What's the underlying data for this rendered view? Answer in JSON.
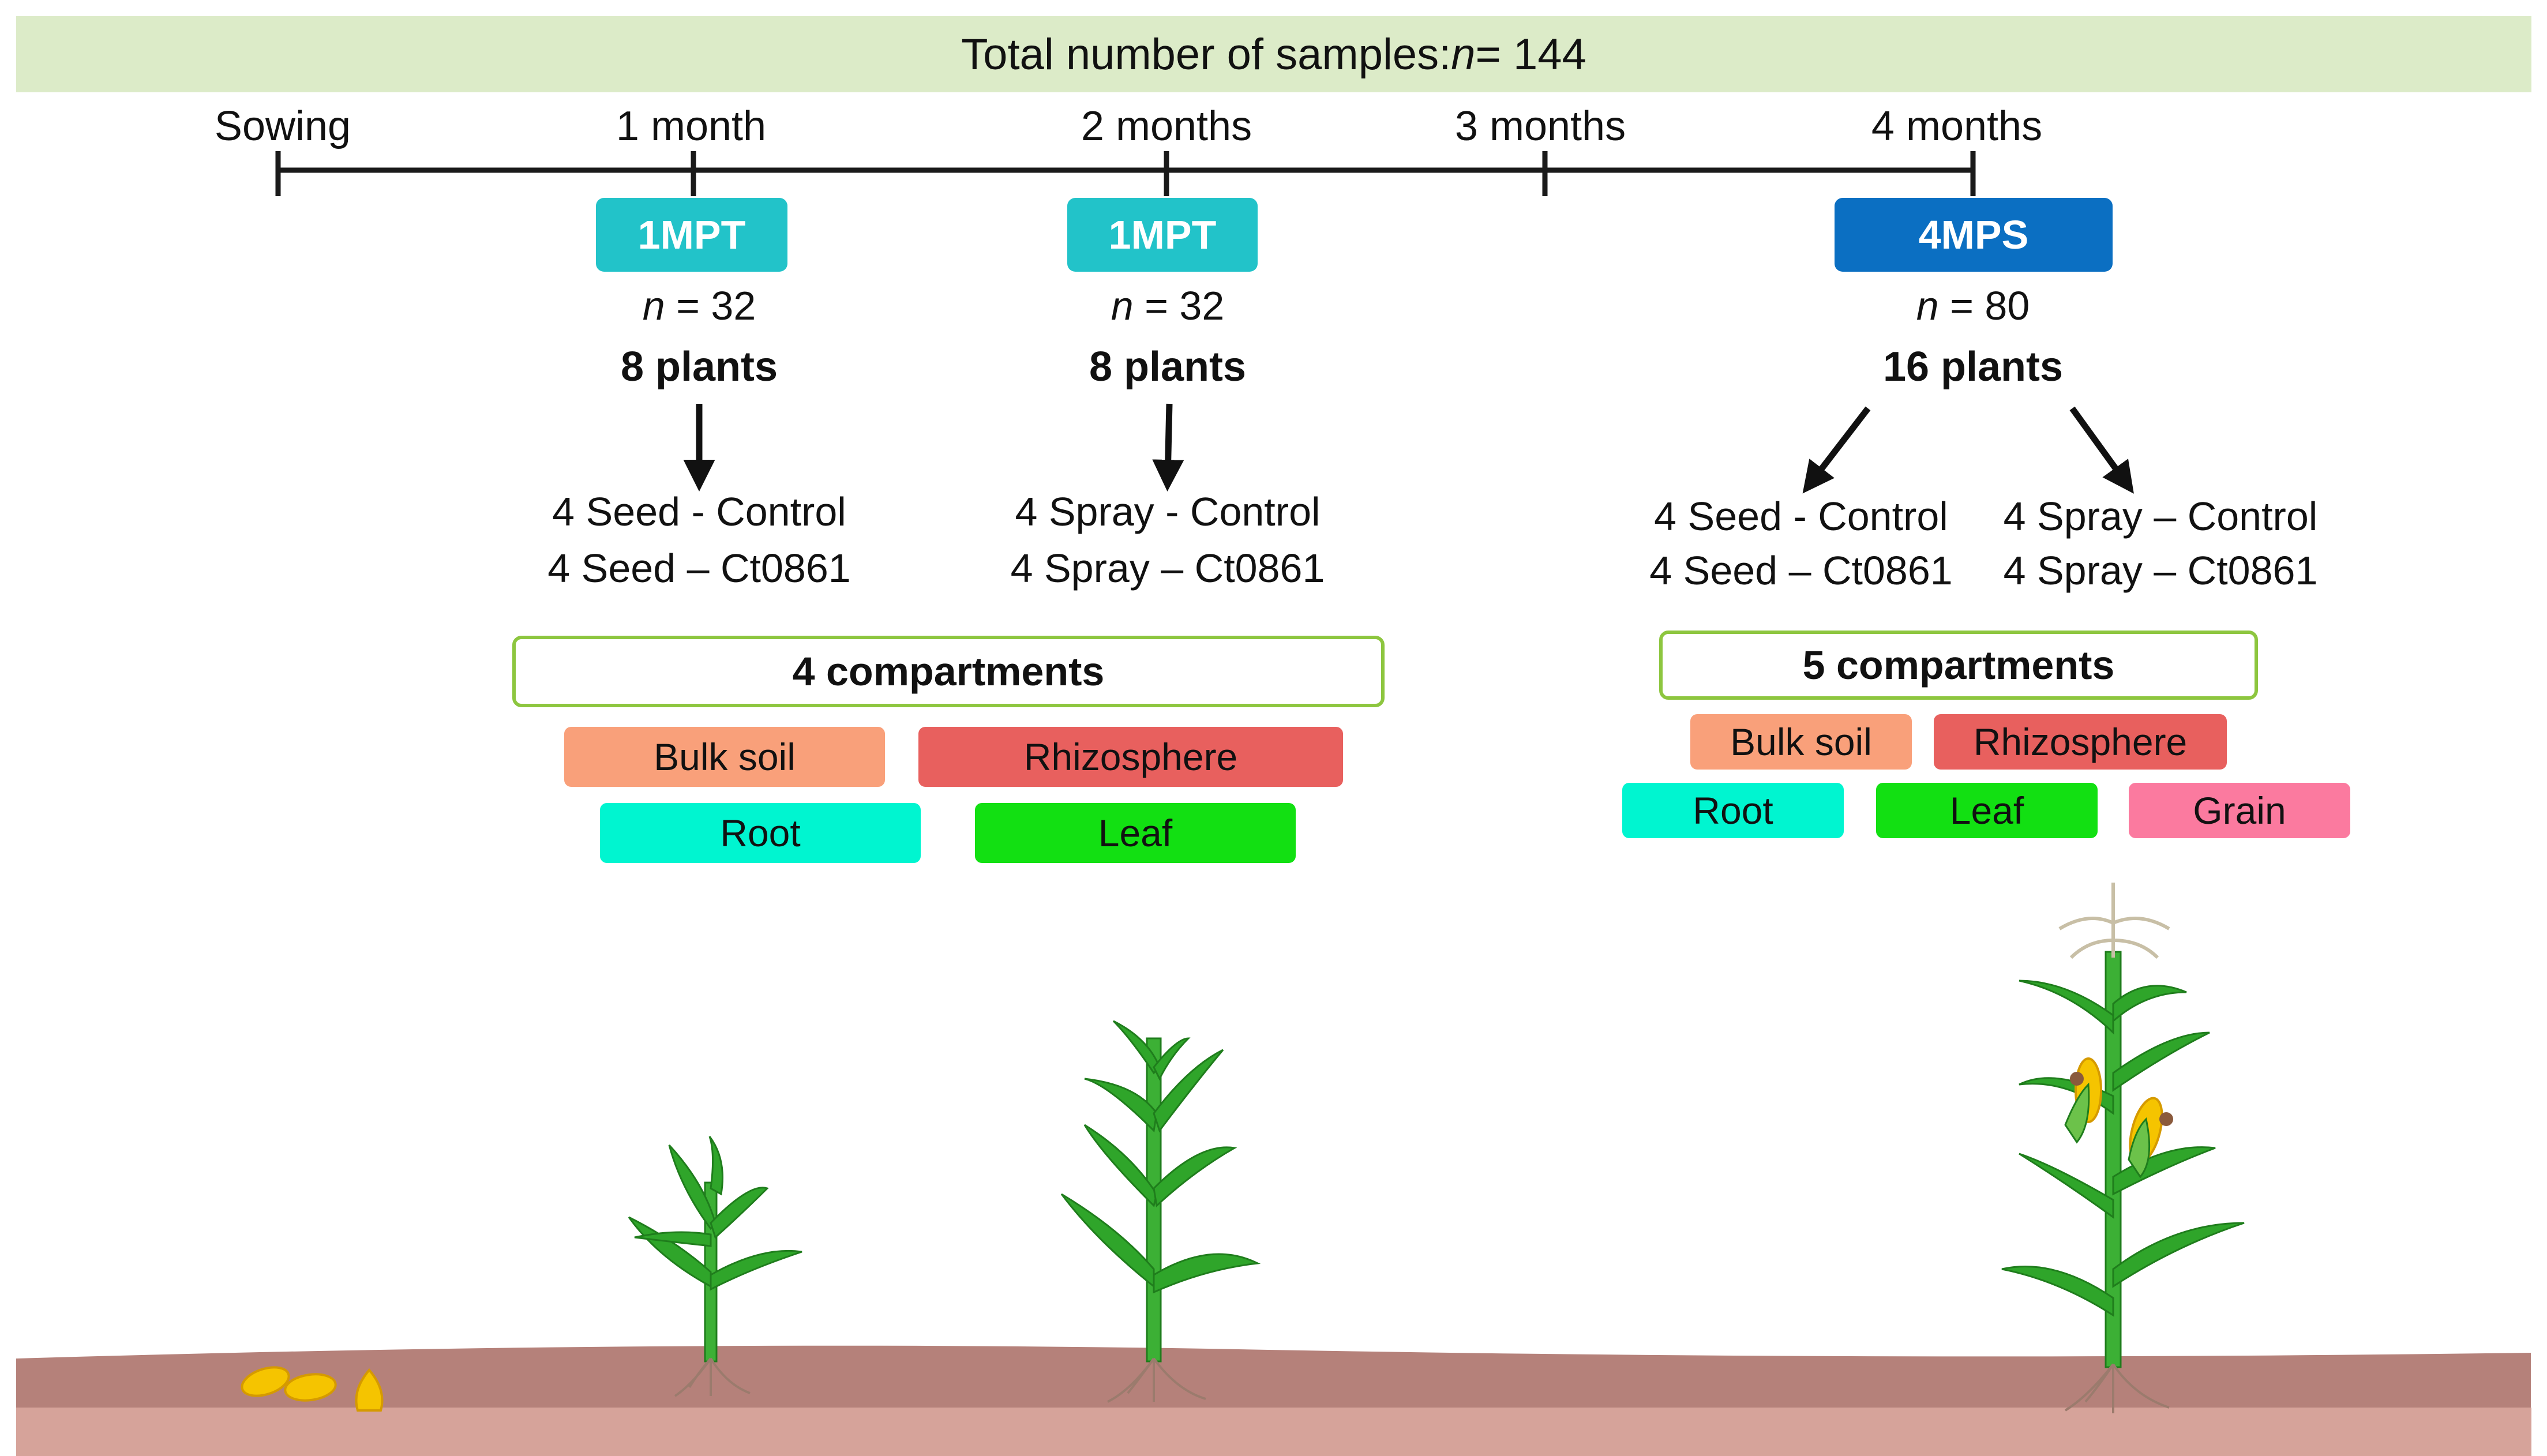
{
  "banner": {
    "prefix": "Total number of samples: ",
    "n_italic": "n",
    "suffix": " = 144"
  },
  "timeline": {
    "labels": [
      "Sowing",
      "1 month",
      "2 months",
      "3 months",
      "4 months"
    ]
  },
  "stages": [
    {
      "tag": "1MPT",
      "tag_color": "#22c3c9",
      "n_italic": "n",
      "n_value": " = 32",
      "plants": "8 plants",
      "treatments": [
        "4 Seed - Control",
        "4 Seed – Ct0861"
      ]
    },
    {
      "tag": "1MPT",
      "tag_color": "#22c3c9",
      "n_italic": "n",
      "n_value": " = 32",
      "plants": "8 plants",
      "treatments": [
        "4 Spray - Control",
        "4 Spray – Ct0861"
      ]
    },
    {
      "tag": "4MPS",
      "tag_color": "#0b6fc2",
      "n_italic": "n",
      "n_value": " = 80",
      "plants": "16 plants",
      "treatments_left": [
        "4 Seed - Control",
        "4 Seed – Ct0861"
      ],
      "treatments_right": [
        "4 Spray – Control",
        "4 Spray – Ct0861"
      ]
    }
  ],
  "compartments_early": {
    "title": "4 compartments",
    "chips": [
      {
        "label": "Bulk soil",
        "color": "#f9a07a"
      },
      {
        "label": "Rhizosphere",
        "color": "#e8605e"
      },
      {
        "label": "Root",
        "color": "#00f5d0"
      },
      {
        "label": "Leaf",
        "color": "#12e012"
      }
    ]
  },
  "compartments_late": {
    "title": "5 compartments",
    "chips": [
      {
        "label": "Bulk soil",
        "color": "#f9a07a"
      },
      {
        "label": "Rhizosphere",
        "color": "#e8605e"
      },
      {
        "label": "Root",
        "color": "#00f5d0"
      },
      {
        "label": "Leaf",
        "color": "#12e012"
      },
      {
        "label": "Grain",
        "color": "#fb7a9f"
      }
    ]
  },
  "colors": {
    "banner_bg": "#dcebc8",
    "soil_top": "#b5817a",
    "soil_bottom": "#d6a39a",
    "plant_green": "#2fa52a",
    "box_border": "#8dc63f"
  }
}
